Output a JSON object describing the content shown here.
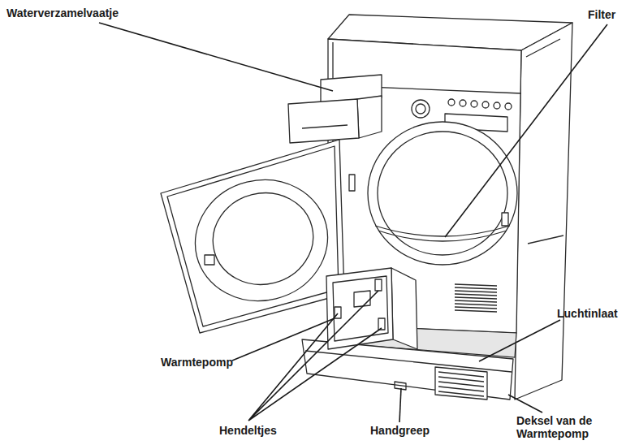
{
  "diagram": {
    "labels": [
      "Waterverzamelvaatje",
      "Filter",
      "Luchtinlaat",
      "Warmtepomp",
      "Hendeltjes",
      "Handgreep",
      "Deksel van de Warmtepomp"
    ]
  }
}
